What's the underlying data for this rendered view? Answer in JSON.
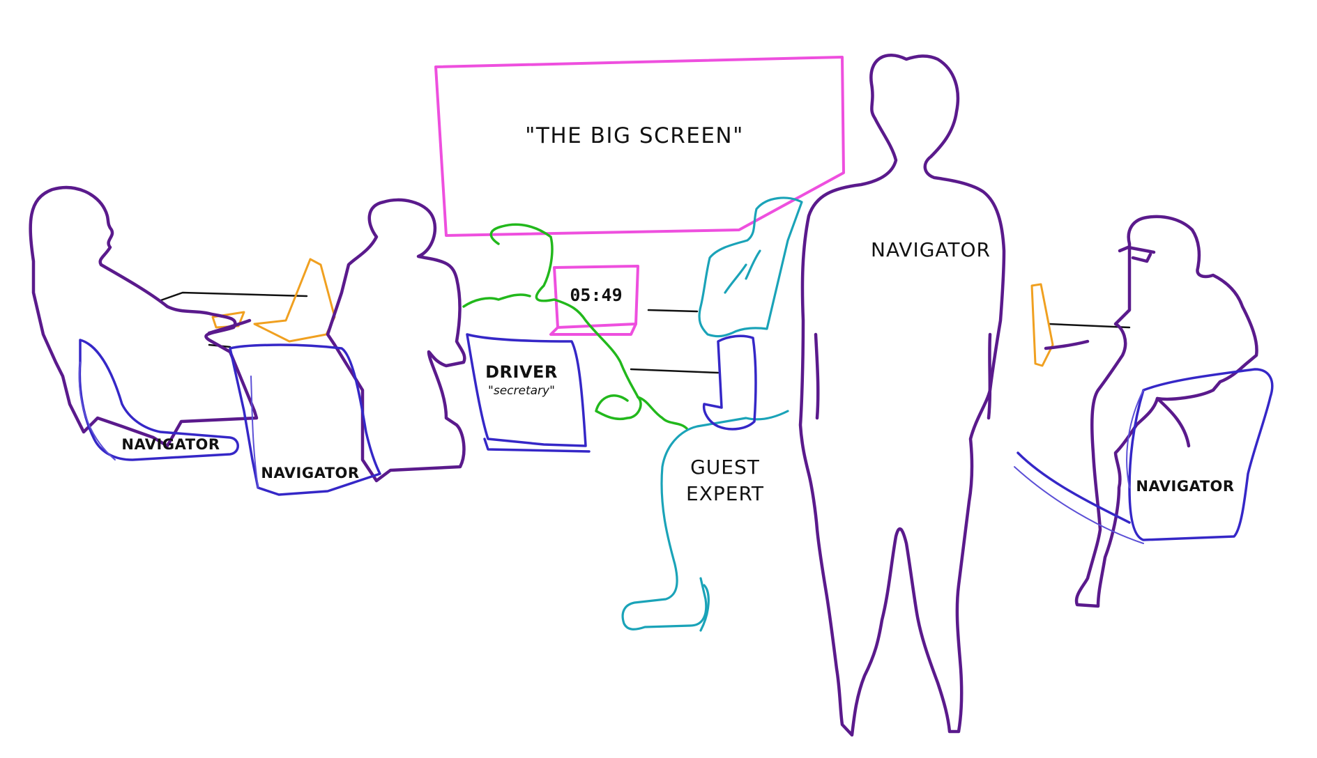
{
  "scene": {
    "big_screen_label": "\"THE BIG SCREEN\"",
    "timer": "05:49",
    "roles": {
      "driver": "DRIVER",
      "driver_sub": "\"secretary\"",
      "guest_expert_line1": "GUEST",
      "guest_expert_line2": "EXPERT",
      "navigator_standing": "NAVIGATOR",
      "navigator_left_1": "NAVIGATOR",
      "navigator_left_2": "NAVIGATOR",
      "navigator_right": "NAVIGATOR"
    }
  },
  "colors": {
    "navigator": "#5a1a8c",
    "chair": "#3527c7",
    "driver": "#22b81c",
    "guest_expert": "#1aa3b8",
    "laptop": "#f0a020",
    "big_screen": "#ee4fde"
  }
}
